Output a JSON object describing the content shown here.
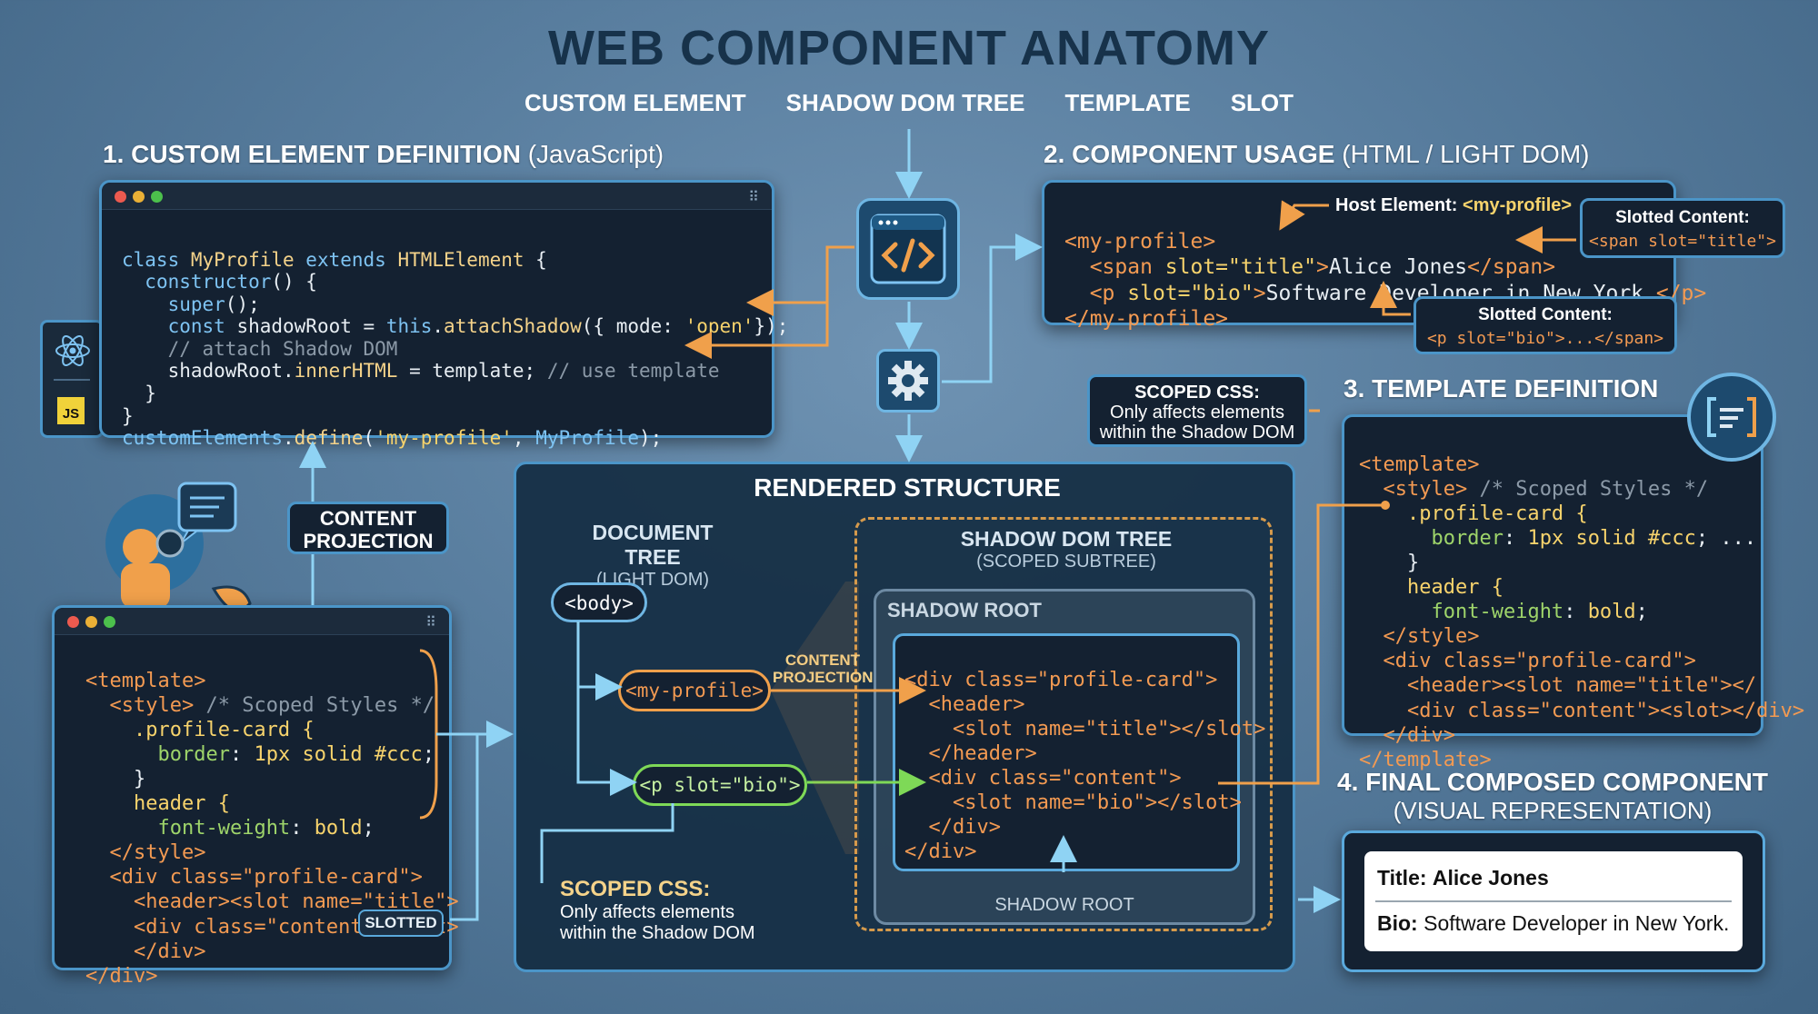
{
  "title": "WEB COMPONENT ANATOMY",
  "chips": [
    "CUSTOM ELEMENT",
    "SHADOW DOM TREE",
    "TEMPLATE",
    "SLOT"
  ],
  "sections": {
    "s1_bold": "1. CUSTOM ELEMENT DEFINITION",
    "s1_light": "(JavaScript)",
    "s2_bold": "2. COMPONENT USAGE",
    "s2_light": "(HTML / LIGHT DOM)",
    "s3": "3. TEMPLATE DEFINITION",
    "s4_line1": "4. FINAL COMPOSED COMPONENT",
    "s4_line2": "(VISUAL REPRESENTATION)"
  },
  "js_code": [
    "class MyProfile extends HTMLElement {",
    "  constructor() {",
    "    super();",
    "    const shadowRoot = this.attachShadow({ mode: 'open'});",
    "    // attach Shadow DOM",
    "    shadowRoot.innerHTML = template; // use template",
    "  }",
    "}",
    "customElements.define('my-profile', MyProfile);"
  ],
  "sidebar_badge": "JS",
  "usage_code": [
    "<my-profile>",
    "  <span slot=\"title\">Alice Jones</span>",
    "  <p slot=\"bio\">Software Developer in New York.</p>",
    "</my-profile>"
  ],
  "host_label": "Host Element:",
  "host_tag": "<my-profile>",
  "slotted_title": {
    "label": "Slotted Content:",
    "code": "<span slot=\"title\">"
  },
  "slotted_bio": {
    "label": "Slotted Content:",
    "code": "<p slot=\"bio\">...</span>"
  },
  "scoped_css_box": [
    "SCOPED CSS:",
    "Only affects elements",
    "within the Shadow DOM"
  ],
  "template_code": [
    "<template>",
    "  <style> /* Scoped Styles */",
    "    .profile-card {",
    "      border: 1px solid #ccc; ...",
    "    }",
    "    header {",
    "      font-weight: bold;",
    "  </style>",
    "  <div class=\"profile-card\">",
    "    <header><slot name=\"title\"></",
    "    <div class=\"content\"><slot></div>",
    "  </div>",
    "</template>"
  ],
  "left_template_code": [
    "<template>",
    "  <style> /* Scoped Styles */",
    "    .profile-card {",
    "      border: 1px solid #ccc;",
    "    }",
    "    header {",
    "      font-weight: bold;",
    "  </style>",
    "  <div class=\"profile-card\">",
    "    <header><slot name=\"title\">",
    "    <div class=\"content\"><slot>",
    "    </div>",
    "</div>"
  ],
  "content_projection_box": [
    "CONTENT",
    "PROJECTION"
  ],
  "slotted_badge": "SLOTTED",
  "rendered": {
    "title": "RENDERED STRUCTURE",
    "doc_tree": "DOCUMENT TREE",
    "doc_tree_sub": "(LIGHT DOM)",
    "body_pill": "<body>",
    "myprofile_pill": "<my-profile>",
    "pslot_pill": "<p slot=\"bio\">",
    "content_projection": [
      "CONTENT",
      "PROJECTION"
    ],
    "shadow_tree": "SHADOW DOM TREE",
    "shadow_tree_sub": "(SCOPED SUBTREE)",
    "shadow_root": "SHADOW ROOT",
    "shadow_root_bottom": "SHADOW ROOT",
    "shadow_code": [
      "<div class=\"profile-card\">",
      "  <header>",
      "    <slot name=\"title\"></slot>",
      "  </header>",
      "  <div class=\"content\">",
      "    <slot name=\"bio\"></slot>",
      "  </div>",
      "</div>"
    ],
    "scoped_title": "SCOPED CSS:",
    "scoped_lines": [
      "Only affects elements",
      "within the Shadow DOM"
    ]
  },
  "final": {
    "title_label": "Title:",
    "title_value": "Alice Jones",
    "bio_label": "Bio:",
    "bio_value": "Software Developer in New York."
  },
  "colors": {
    "accent_blue": "#4b95c8",
    "arrow_orange": "#f0a04b",
    "arrow_green": "#7ed957",
    "arrow_blue": "#8fd3f4"
  },
  "icons": [
    "react-icon",
    "js-icon",
    "code-icon",
    "gear-icon",
    "template-icon",
    "developer-illustration"
  ]
}
